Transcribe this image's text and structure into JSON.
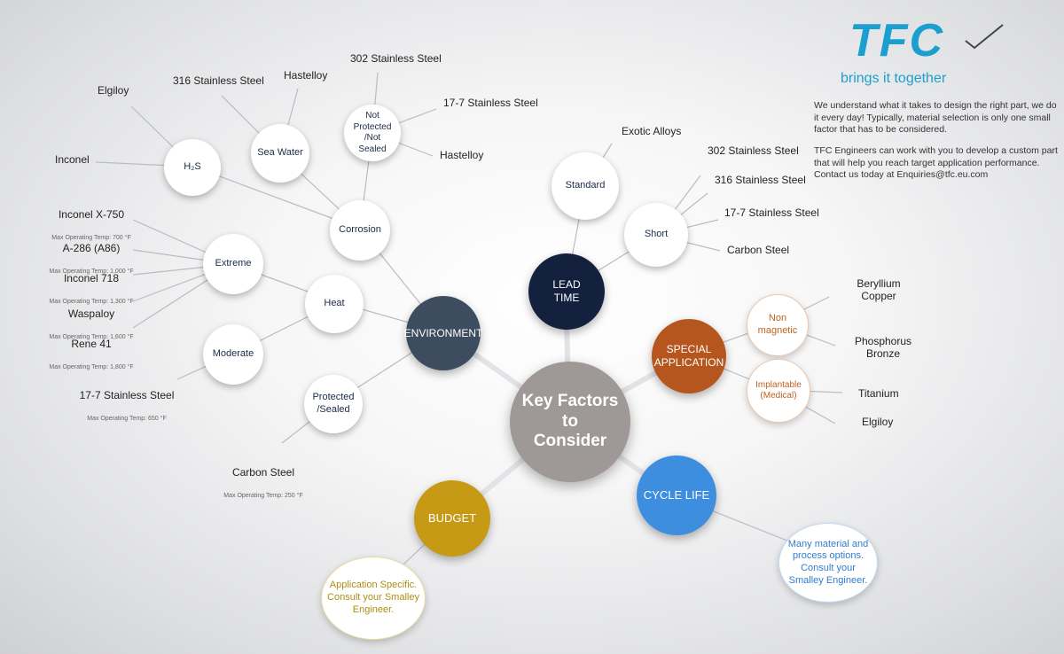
{
  "brand": {
    "logo_text": "TFC",
    "tagline": "brings it together",
    "description": [
      "We understand what it takes to design the right part, we do it every day! Typically, material selection is only one small factor that has to be considered.",
      "TFC Engineers can work with you to develop a custom part that will help you reach target application performance. Contact us today at Enquiries@tfc.eu.com"
    ],
    "colors": {
      "logo": "#1b9fd1",
      "check": "#444444"
    }
  },
  "center": "Key Factors\nto\nConsider",
  "categories": {
    "environment": "ENVIRONMENT",
    "lead_time": "LEAD\nTIME",
    "special_application": "SPECIAL\nAPPLICATION",
    "cycle_life": "CYCLE LIFE",
    "budget": "BUDGET"
  },
  "environment": {
    "corrosion": "Corrosion",
    "heat": "Heat",
    "protected": "Protected\n/Sealed",
    "h2s": "H₂S",
    "sea_water": "Sea Water",
    "not_protected": "Not\nProtected\n/Not\nSealed",
    "extreme": "Extreme",
    "moderate": "Moderate"
  },
  "corrosion_materials": {
    "h2s": [
      "Elgiloy",
      "Inconel"
    ],
    "sea_water": [
      "316 Stainless Steel",
      "Hastelloy"
    ],
    "not_protected": [
      "302 Stainless Steel",
      "17-7 Stainless Steel",
      "Hastelloy"
    ]
  },
  "extreme_materials": [
    {
      "name": "Inconel X-750",
      "temp": "Max Operating Temp: 700 °F"
    },
    {
      "name": "A-286 (A86)",
      "temp": "Max Operating Temp: 1,000 °F"
    },
    {
      "name": "Inconel 718",
      "temp": "Max Operating Temp: 1,300 °F"
    },
    {
      "name": "Waspaloy",
      "temp": "Max Operating Temp: 1,600 °F"
    },
    {
      "name": "Rene 41",
      "temp": "Max Operating Temp: 1,800 °F"
    }
  ],
  "moderate_material": {
    "name": "17-7  Stainless Steel",
    "temp": "Max Operating Temp: 650 °F"
  },
  "protected_material": {
    "name": "Carbon Steel",
    "temp": "Max Operating Temp: 250 °F"
  },
  "lead_time": {
    "standard": "Standard",
    "short": "Short",
    "standard_materials": [
      "Exotic Alloys"
    ],
    "short_materials": [
      "302 Stainless Steel",
      "316 Stainless Steel",
      "17-7 Stainless Steel",
      "Carbon Steel"
    ]
  },
  "special_application": {
    "non_magnetic": "Non\nmagnetic",
    "implantable": "Implantable\n(Medical)",
    "non_magnetic_materials": [
      "Beryllium\nCopper",
      "Phosphorus\nBronze"
    ],
    "implantable_materials": [
      "Titanium",
      "Elgiloy"
    ]
  },
  "cycle_life_note": "Many material and\nprocess options.\nConsult your\nSmalley Engineer.",
  "budget_note": "Application Specific.\nConsult your Smalley\nEngineer.",
  "palette": {
    "navy": "#13213f",
    "slate": "#3d4c5e",
    "orange": "#b5561e",
    "gold": "#c69a15",
    "blue": "#3e8ee0",
    "center": "#9e9896"
  }
}
